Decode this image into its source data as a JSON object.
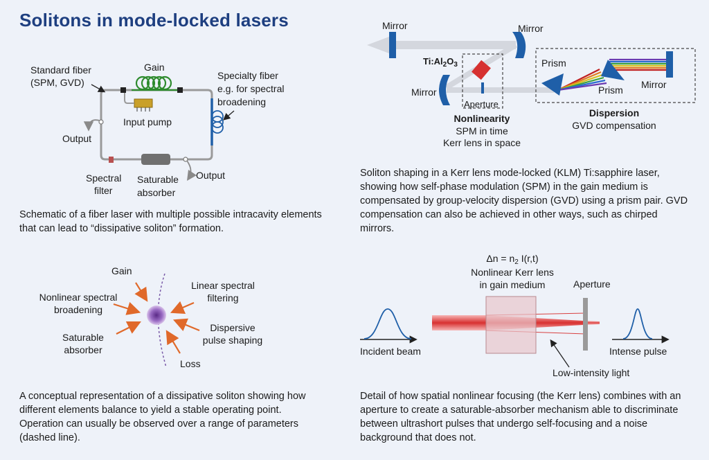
{
  "title": "Solitons in mode-locked lasers",
  "fiber": {
    "standard_fiber": "Standard fiber",
    "standard_fiber_2": "(SPM, GVD)",
    "gain": "Gain",
    "specialty_1": "Specialty fiber",
    "specialty_2": "e.g. for spectral",
    "specialty_3": "broadening",
    "input_pump": "Input pump",
    "output_left": "Output",
    "output_right": "Output",
    "spectral_1": "Spectral",
    "spectral_2": "filter",
    "saturable_1": "Saturable",
    "saturable_2": "absorber",
    "caption": "Schematic of a fiber laser with multiple possible intracavity elements that can lead to “dissipative soliton” formation."
  },
  "klm": {
    "mirror_tl": "Mirror",
    "mirror_tr": "Mirror",
    "mirror_left": "Mirror",
    "mirror_right": "Mirror",
    "crystal_main": "Ti:Al",
    "crystal_sub1": "2",
    "crystal_mid": "O",
    "crystal_sub2": "3",
    "aperture": "Aperture",
    "prism1": "Prism",
    "prism2": "Prism",
    "nonlinearity": "Nonlinearity",
    "spm_time": "SPM in time",
    "kerr_space": "Kerr lens in space",
    "dispersion": "Dispersion",
    "gvd": "GVD compensation",
    "caption": "Soliton shaping in a Kerr lens mode-locked (KLM) Ti:sapphire laser, showing how self-phase modulation (SPM) in the gain medium is compensated by group-velocity dispersion (GVD) using a prism pair. GVD compensation can also be achieved in other ways, such as chirped mirrors."
  },
  "concept": {
    "gain": "Gain",
    "nonlinear_1": "Nonlinear spectral",
    "nonlinear_2": "broadening",
    "linear_1": "Linear spectral",
    "linear_2": "filtering",
    "saturable_1": "Saturable",
    "saturable_2": "absorber",
    "dispersive_1": "Dispersive",
    "dispersive_2": "pulse shaping",
    "loss": "Loss",
    "caption": "A conceptual representation of a dissipative soliton showing how different elements balance to yield a stable operating point. Operation can usually be observed over a range of parameters (dashed line)."
  },
  "kerr": {
    "formula_a": "Δn = n",
    "formula_sub": "2",
    "formula_b": " I(r,t)",
    "nonlinear_1": "Nonlinear Kerr lens",
    "nonlinear_2": "in gain medium",
    "aperture": "Aperture",
    "incident": "Incident beam",
    "intense": "Intense pulse",
    "low_intensity": "Low-intensity light",
    "caption": "Detail of how spatial nonlinear focusing (the Kerr lens) combines with an aperture to create a saturable-absorber mechanism able to discriminate between ultrashort pulses that undergo self-focusing and a noise background that does not."
  },
  "colors": {
    "title": "#1e3f80",
    "background": "#eef2f9",
    "blue": "#1f5fa8",
    "green": "#2e8b2e",
    "orange": "#e0692a",
    "red": "#d63030"
  }
}
